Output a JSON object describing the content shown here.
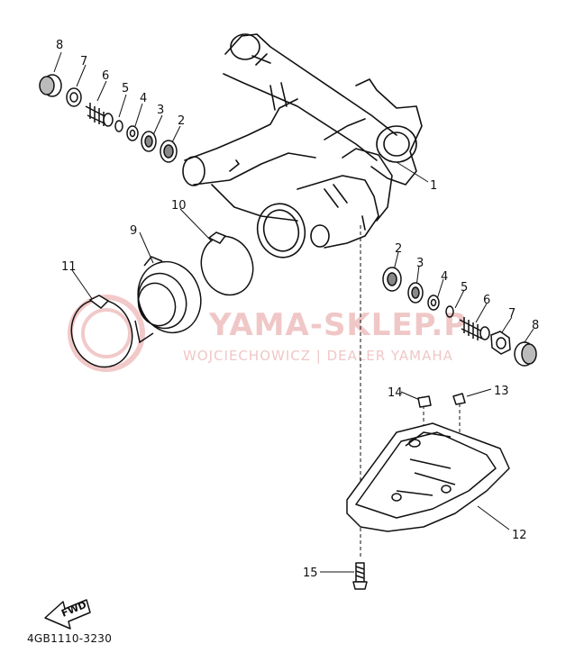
{
  "diagram": {
    "part_code": "4GB1110-3230",
    "watermark_main": "YAMA-SKLEP.P",
    "watermark_sub": "WOJCIECHOWICZ | DEALER YAMAHA",
    "fwd_label": "FWD",
    "callouts": [
      "1",
      "2",
      "3",
      "4",
      "5",
      "6",
      "7",
      "8",
      "9",
      "10",
      "11",
      "12",
      "13",
      "14",
      "15"
    ]
  }
}
